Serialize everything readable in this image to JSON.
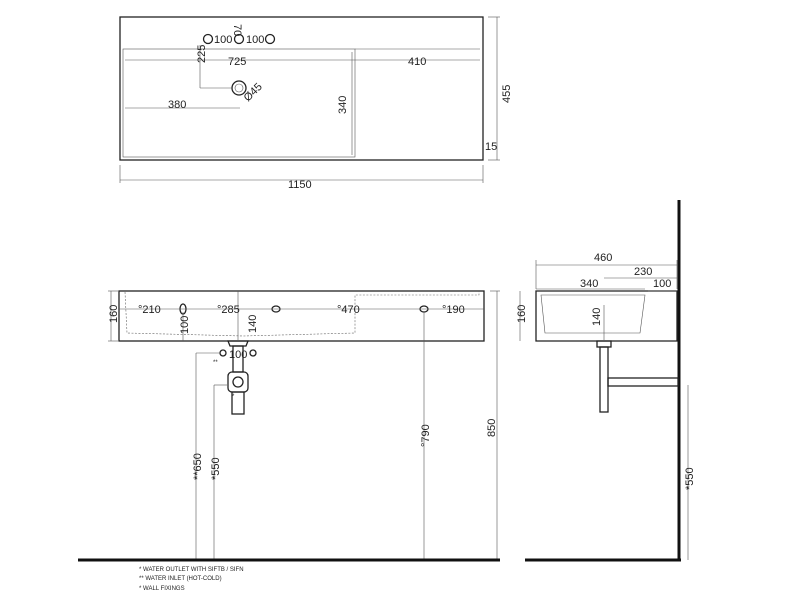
{
  "top_view": {
    "d_100a": "100",
    "d_70": "70",
    "d_100b": "100",
    "d_225": "225",
    "d_725": "725",
    "d_410": "410",
    "d_380": "380",
    "d_340": "340",
    "d_45": "Ø45",
    "d_455": "455",
    "d_15": "15",
    "d_1150": "1150"
  },
  "front_view": {
    "d_160": "160",
    "d_210": "°210",
    "d_285": "°285",
    "d_470": "°470",
    "d_190": "°190",
    "d_100v": "100",
    "d_140": "140",
    "d_100h": "100",
    "mark_inlet": "**",
    "mark_outlet": "*",
    "d_650": "**650",
    "d_550": "*550",
    "d_790": "°790",
    "d_850": "850"
  },
  "side_view": {
    "d_460": "460",
    "d_230": "230",
    "d_340": "340",
    "d_100": "100",
    "d_160": "160",
    "d_140": "140",
    "d_550": "*550"
  },
  "notes": [
    "* WATER OUTLET WITH SIFTB / SIFN",
    "** WATER INLET  (HOT-COLD)",
    "* WALL FIXINGS"
  ]
}
